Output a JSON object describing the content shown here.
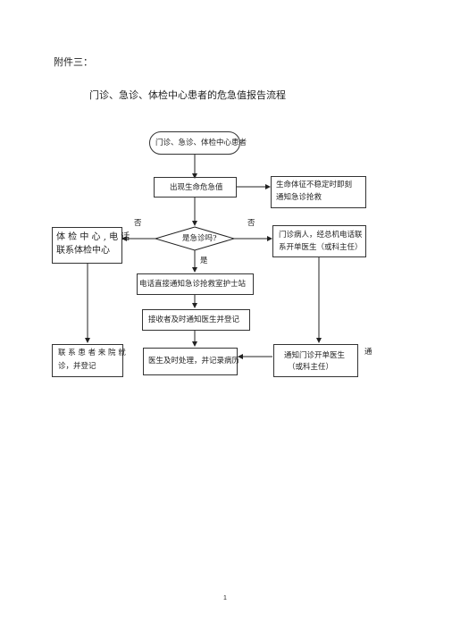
{
  "header": {
    "attachment_label": "附件三：",
    "title": "门诊、急诊、体检中心患者的危急值报告流程"
  },
  "flowchart": {
    "start": "门诊、急诊、体检中心患者",
    "report": "出现生命危急值",
    "unstable": [
      "生命体征不稳定时即刻",
      "通知急诊抢救"
    ],
    "decision": "是急诊吗?",
    "label_no_left": "否",
    "label_no_right": "否",
    "label_yes": "是",
    "checkup_center": [
      "体 检 中 心 , 电 话",
      "联系体检中心"
    ],
    "outpatient": [
      "门诊病人，经总机电话联",
      "系开单医生（或科主任）"
    ],
    "notify_rescue": "电话直接通知急诊抢救室护士站",
    "receiver_register": "接收者及时通知医生并登记",
    "contact_patient": [
      "联 系 患 者 来 院 就",
      "诊，并登记"
    ],
    "doctor_handle": "医生及时处理，并记录病历",
    "notify_outpatient": [
      "通知门诊开单医生",
      "（或科主任）"
    ],
    "side_note": "通"
  },
  "footer": {
    "page_number": "1"
  }
}
